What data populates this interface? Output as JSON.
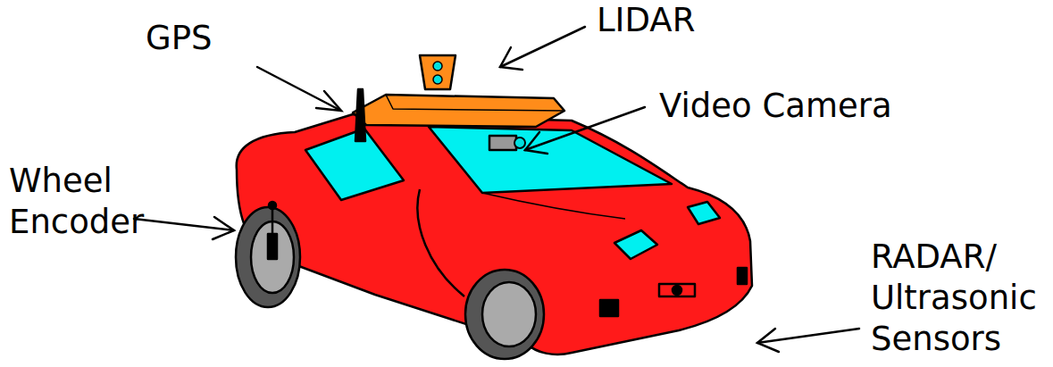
{
  "diagram": {
    "labels": [
      "GPS",
      "LIDAR",
      "Video Camera",
      "Wheel Encoder",
      "RADAR/ Ultrasonic Sensors"
    ]
  }
}
